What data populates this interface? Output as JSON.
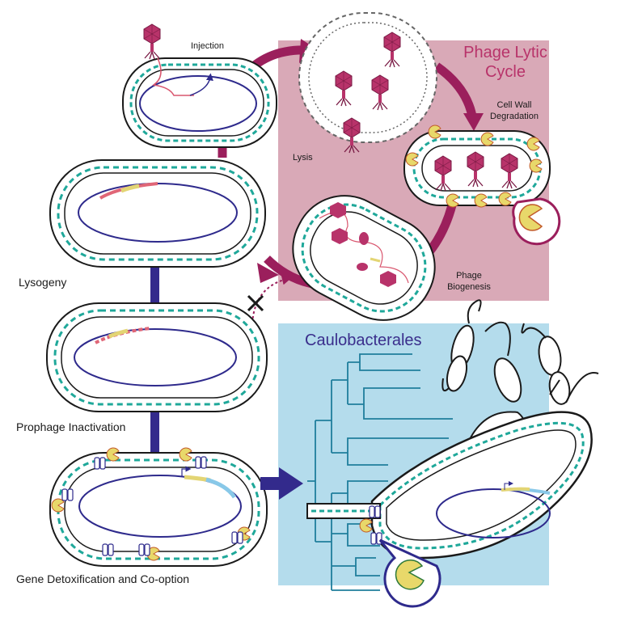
{
  "panels": {
    "lytic_title_line1": "Phage Lytic",
    "lytic_title_line2": "Cycle",
    "caulo_title": "Caulobacterales"
  },
  "labels": {
    "injection": "Injection",
    "lysis": "Lysis",
    "cell_wall_line1": "Cell Wall",
    "cell_wall_line2": "Degradation",
    "phage_line1": "Phage",
    "phage_line2": "Biogenesis",
    "lysogeny": "Lysogeny",
    "prophage_inactivation": "Prophage Inactivation",
    "gene_detox": "Gene Detoxification and Co-option"
  },
  "colors": {
    "lytic_bg": "#d9a9b7",
    "caulo_bg": "#b4dcec",
    "phage": "#b8336a",
    "genome": "#2e2a8c",
    "wall_dash": "#1fa89a",
    "cycle_arrow": "#9b1f5c",
    "stage_connector": "#332a8c",
    "tree": "#1f7e9c",
    "enzyme": "#e8d86a",
    "gene_yellow": "#e3d574",
    "gene_blue": "#88c8e8"
  }
}
